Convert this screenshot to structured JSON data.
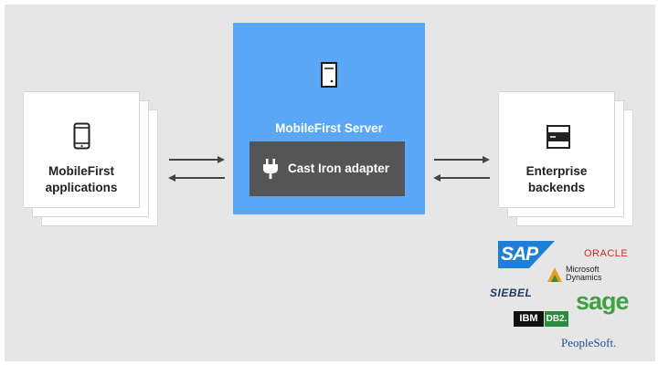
{
  "left_card": {
    "icon": "smartphone-icon",
    "label_line1": "MobileFirst",
    "label_line2": "applications"
  },
  "server": {
    "icon": "server-icon",
    "title": "MobileFirst Server",
    "bg_color": "#5aa7f7"
  },
  "adapter": {
    "icon": "plug-icon",
    "label": "Cast Iron adapter",
    "bg_color": "#555555"
  },
  "right_card": {
    "icon": "storage-icon",
    "label_line1": "Enterprise",
    "label_line2": "backends"
  },
  "logos": {
    "sap": "SAP",
    "oracle": "ORACLE",
    "microsoft_line1": "Microsoft",
    "microsoft_line2": "Dynamics",
    "siebel": "SIEBEL",
    "sage": "sage",
    "ibm": "IBM",
    "db2": "DB2.",
    "peoplesoft": "PeopleSoft."
  }
}
